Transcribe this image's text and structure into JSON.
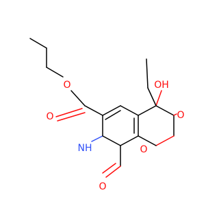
{
  "molecule": {
    "colors": {
      "bond": "#000000",
      "oxygen": "#ff0d0d",
      "nitrogen": "#3050f8",
      "background": "#ffffff"
    },
    "labels": {
      "ester_o": "O",
      "carbonyl_o": "O",
      "hydroxyl": "OH",
      "ring_o": "O",
      "lactone_o": "O",
      "nh": "NH",
      "oxo_o": "O"
    }
  }
}
